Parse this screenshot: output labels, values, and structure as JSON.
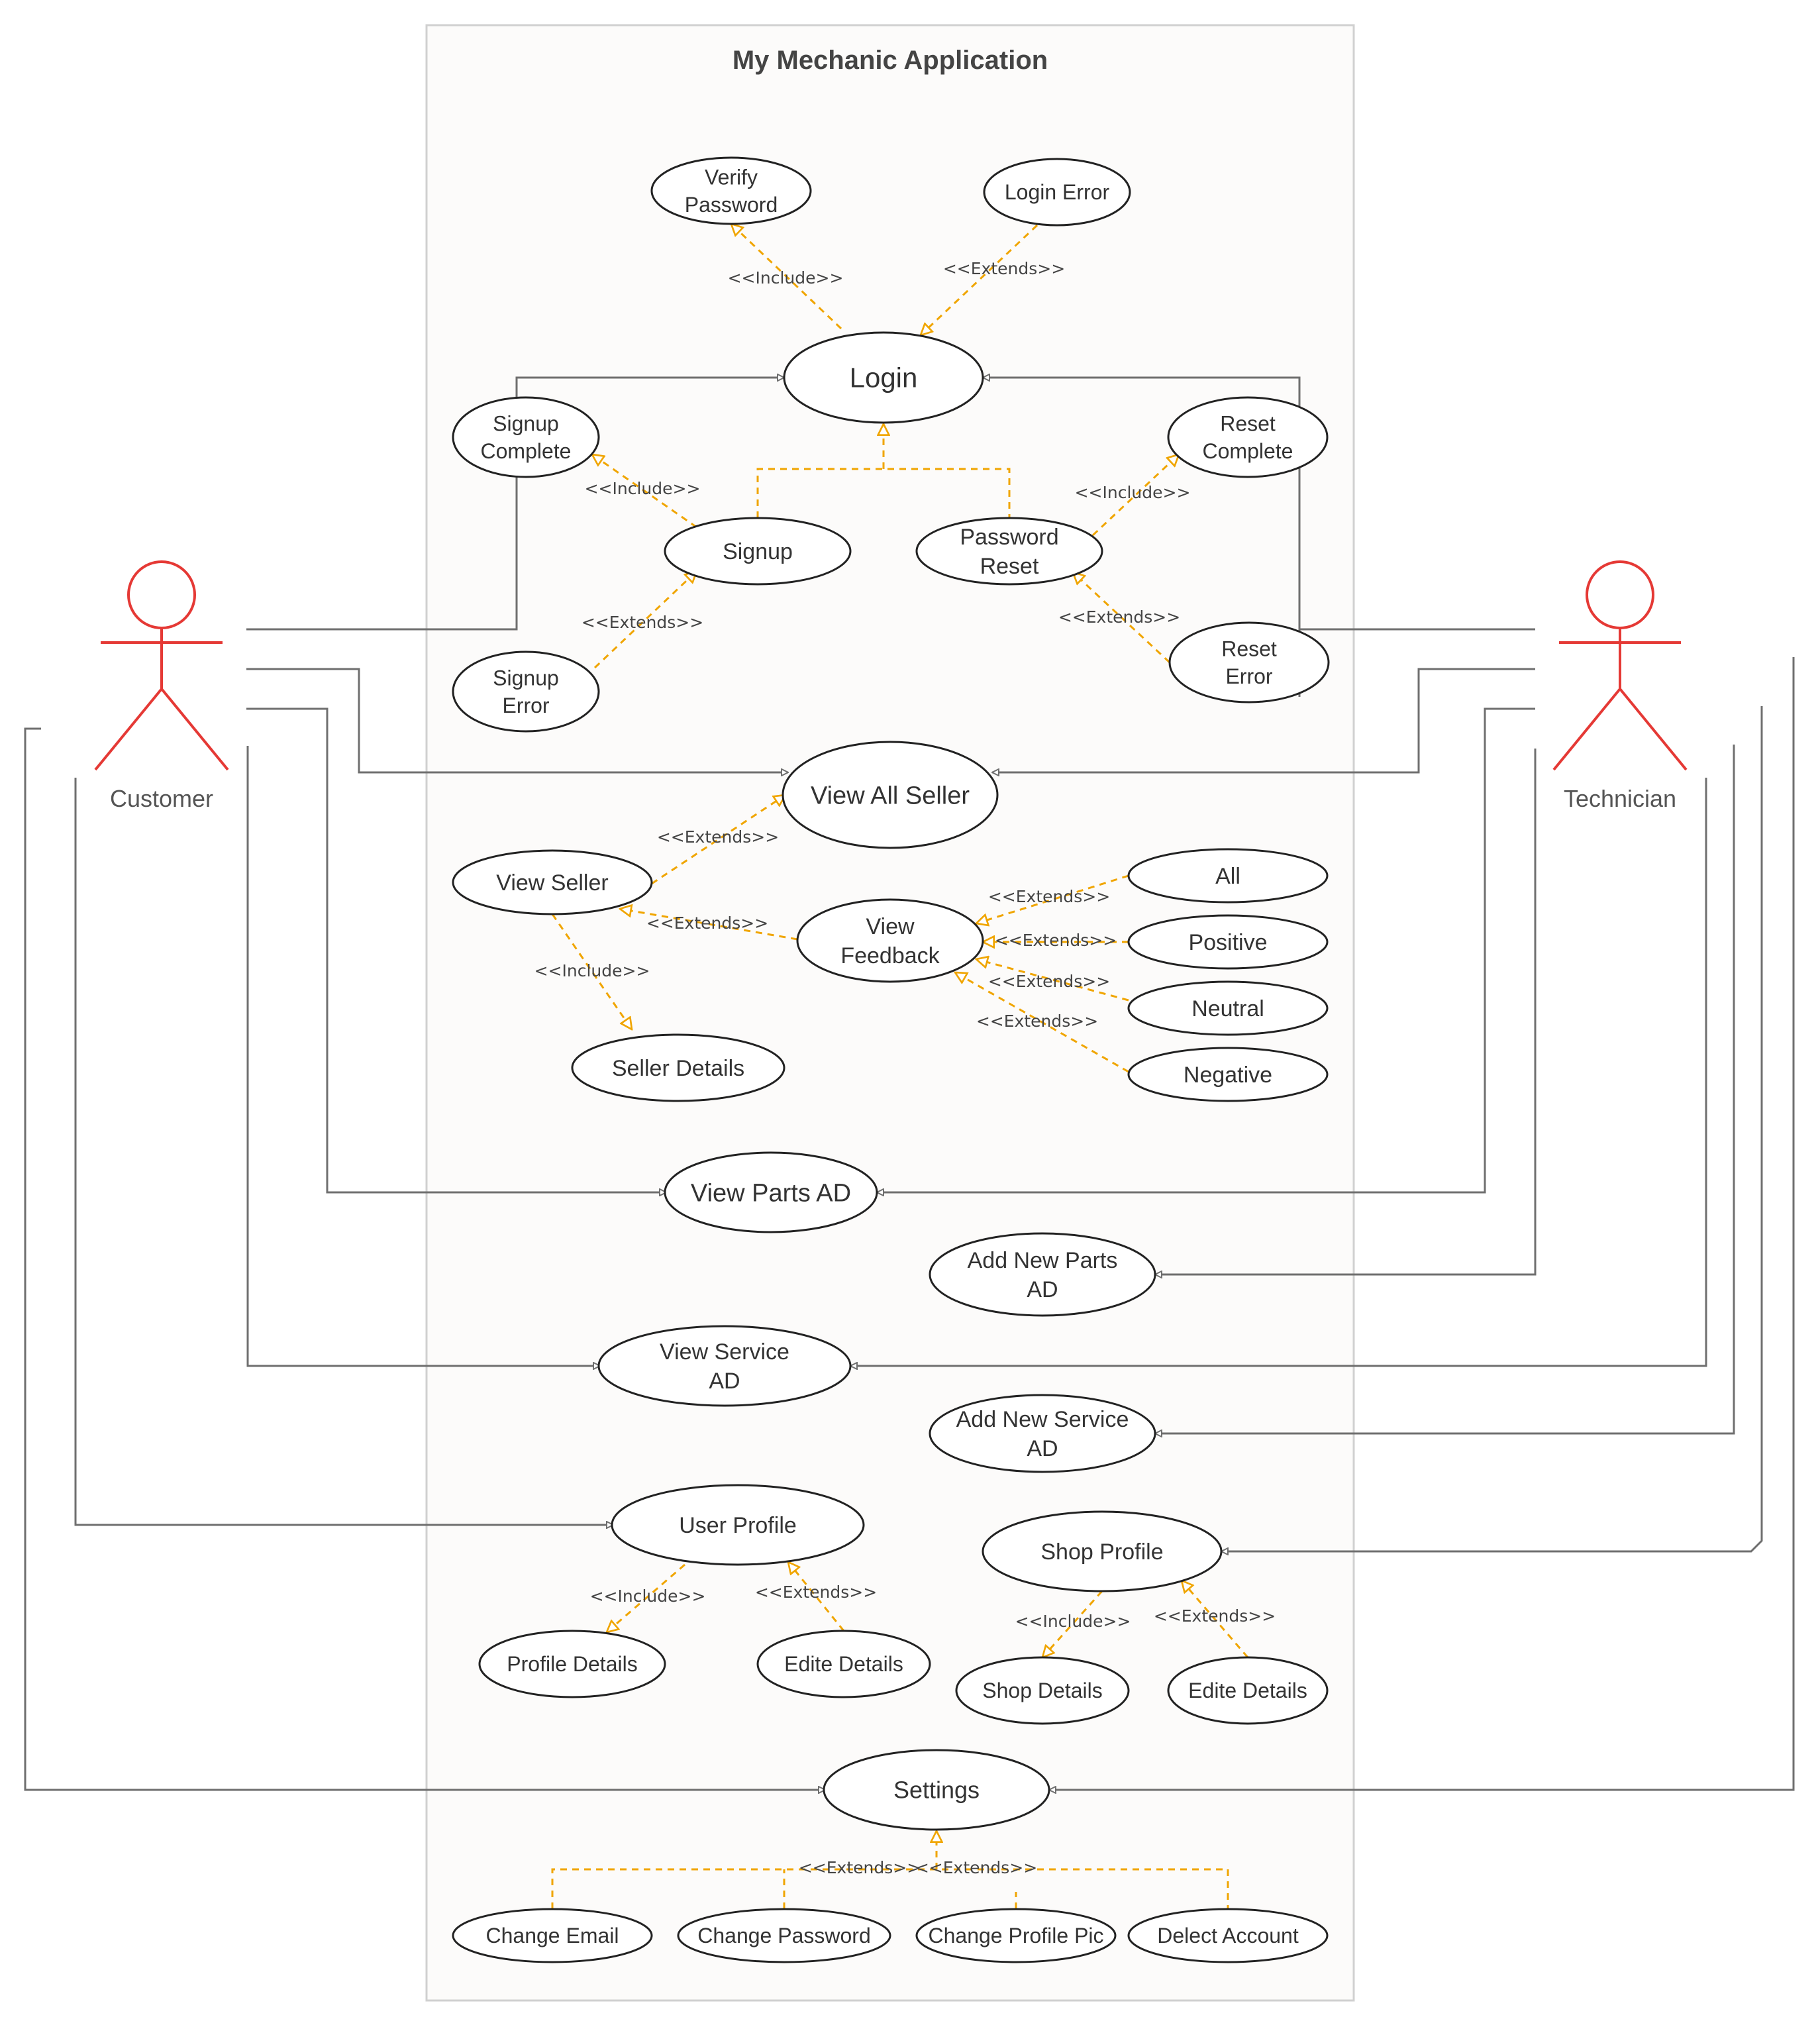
{
  "system": {
    "title": "My Mechanic Application"
  },
  "actors": {
    "customer": {
      "label": "Customer"
    },
    "technician": {
      "label": "Technician"
    }
  },
  "use_cases": {
    "verify_password": {
      "lines": [
        "Verify",
        "Password"
      ]
    },
    "login_error": {
      "lines": [
        "Login Error"
      ]
    },
    "login": {
      "lines": [
        "Login"
      ]
    },
    "signup_complete": {
      "lines": [
        "Signup",
        "Complete"
      ]
    },
    "reset_complete": {
      "lines": [
        "Reset",
        "Complete"
      ]
    },
    "signup": {
      "lines": [
        "Signup"
      ]
    },
    "password_reset": {
      "lines": [
        "Password",
        "Reset"
      ]
    },
    "signup_error": {
      "lines": [
        "Signup",
        "Error"
      ]
    },
    "reset_error": {
      "lines": [
        "Reset",
        "Error"
      ]
    },
    "view_all_seller": {
      "lines": [
        "View All Seller"
      ]
    },
    "view_seller": {
      "lines": [
        "View Seller"
      ]
    },
    "view_feedback": {
      "lines": [
        "View",
        "Feedback"
      ]
    },
    "all": {
      "lines": [
        "All"
      ]
    },
    "positive": {
      "lines": [
        "Positive"
      ]
    },
    "neutral": {
      "lines": [
        "Neutral"
      ]
    },
    "negative": {
      "lines": [
        "Negative"
      ]
    },
    "seller_details": {
      "lines": [
        "Seller Details"
      ]
    },
    "view_parts_ad": {
      "lines": [
        "View Parts AD"
      ]
    },
    "add_new_parts_ad": {
      "lines": [
        "Add New Parts",
        "AD"
      ]
    },
    "view_service_ad": {
      "lines": [
        "View Service",
        "AD"
      ]
    },
    "add_new_service_ad": {
      "lines": [
        "Add New Service",
        "AD"
      ]
    },
    "user_profile": {
      "lines": [
        "User Profile"
      ]
    },
    "shop_profile": {
      "lines": [
        "Shop Profile"
      ]
    },
    "profile_details": {
      "lines": [
        "Profile Details"
      ]
    },
    "user_edite_details": {
      "lines": [
        "Edite Details"
      ]
    },
    "shop_details": {
      "lines": [
        "Shop Details"
      ]
    },
    "shop_edite_details": {
      "lines": [
        "Edite Details"
      ]
    },
    "settings": {
      "lines": [
        "Settings"
      ]
    },
    "change_email": {
      "lines": [
        "Change Email"
      ]
    },
    "change_password": {
      "lines": [
        "Change Password"
      ]
    },
    "change_profile_pic": {
      "lines": [
        "Change Profile Pic"
      ]
    },
    "delect_account": {
      "lines": [
        "Delect Account"
      ]
    }
  },
  "relations": {
    "include": "<<Include>>",
    "extends": "<<Extends>>"
  },
  "colors": {
    "actor": "#e53935",
    "association": "#6f6f6f",
    "dependency": "#f0a500",
    "boundary": "#d0d0d0",
    "boundary_fill": "#fcfbfa"
  }
}
